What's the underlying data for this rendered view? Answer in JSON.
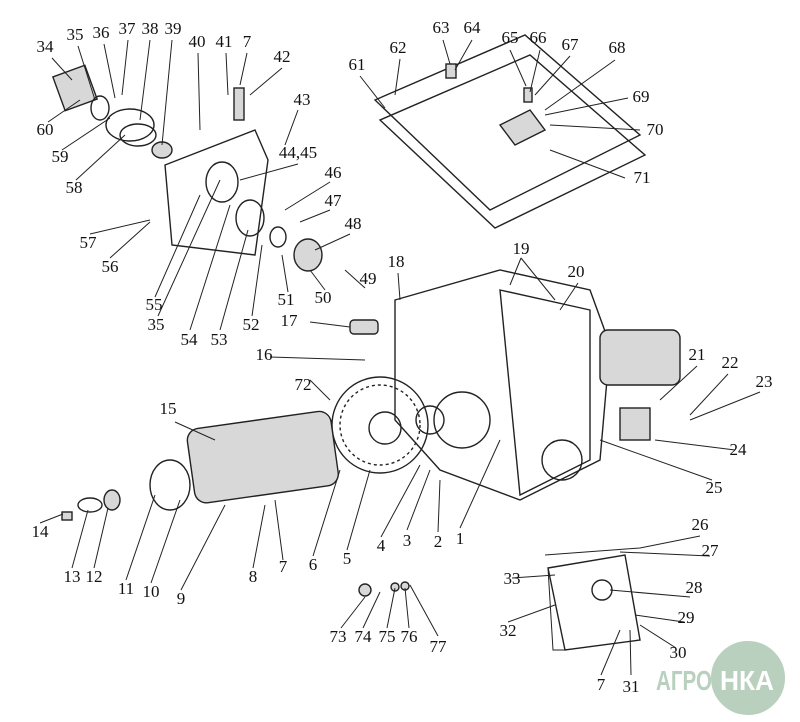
{
  "diagram": {
    "labels": [
      "34",
      "35",
      "36",
      "37",
      "38",
      "39",
      "40",
      "41",
      "7",
      "42",
      "43",
      "44,45",
      "46",
      "47",
      "48",
      "49",
      "50",
      "51",
      "52",
      "53",
      "54",
      "35",
      "55",
      "56",
      "57",
      "58",
      "59",
      "60",
      "61",
      "62",
      "63",
      "64",
      "65",
      "66",
      "67",
      "68",
      "69",
      "70",
      "71",
      "18",
      "19",
      "20",
      "17",
      "16",
      "72",
      "15",
      "21",
      "22",
      "23",
      "24",
      "25",
      "26",
      "27",
      "28",
      "29",
      "30",
      "31",
      "7",
      "32",
      "33",
      "1",
      "2",
      "3",
      "4",
      "5",
      "6",
      "7",
      "8",
      "9",
      "10",
      "11",
      "12",
      "13",
      "14",
      "73",
      "74",
      "75",
      "76",
      "77"
    ]
  },
  "watermark": {
    "left": "АГРО",
    "right": "НКА",
    "color": "#b8d0bd"
  }
}
